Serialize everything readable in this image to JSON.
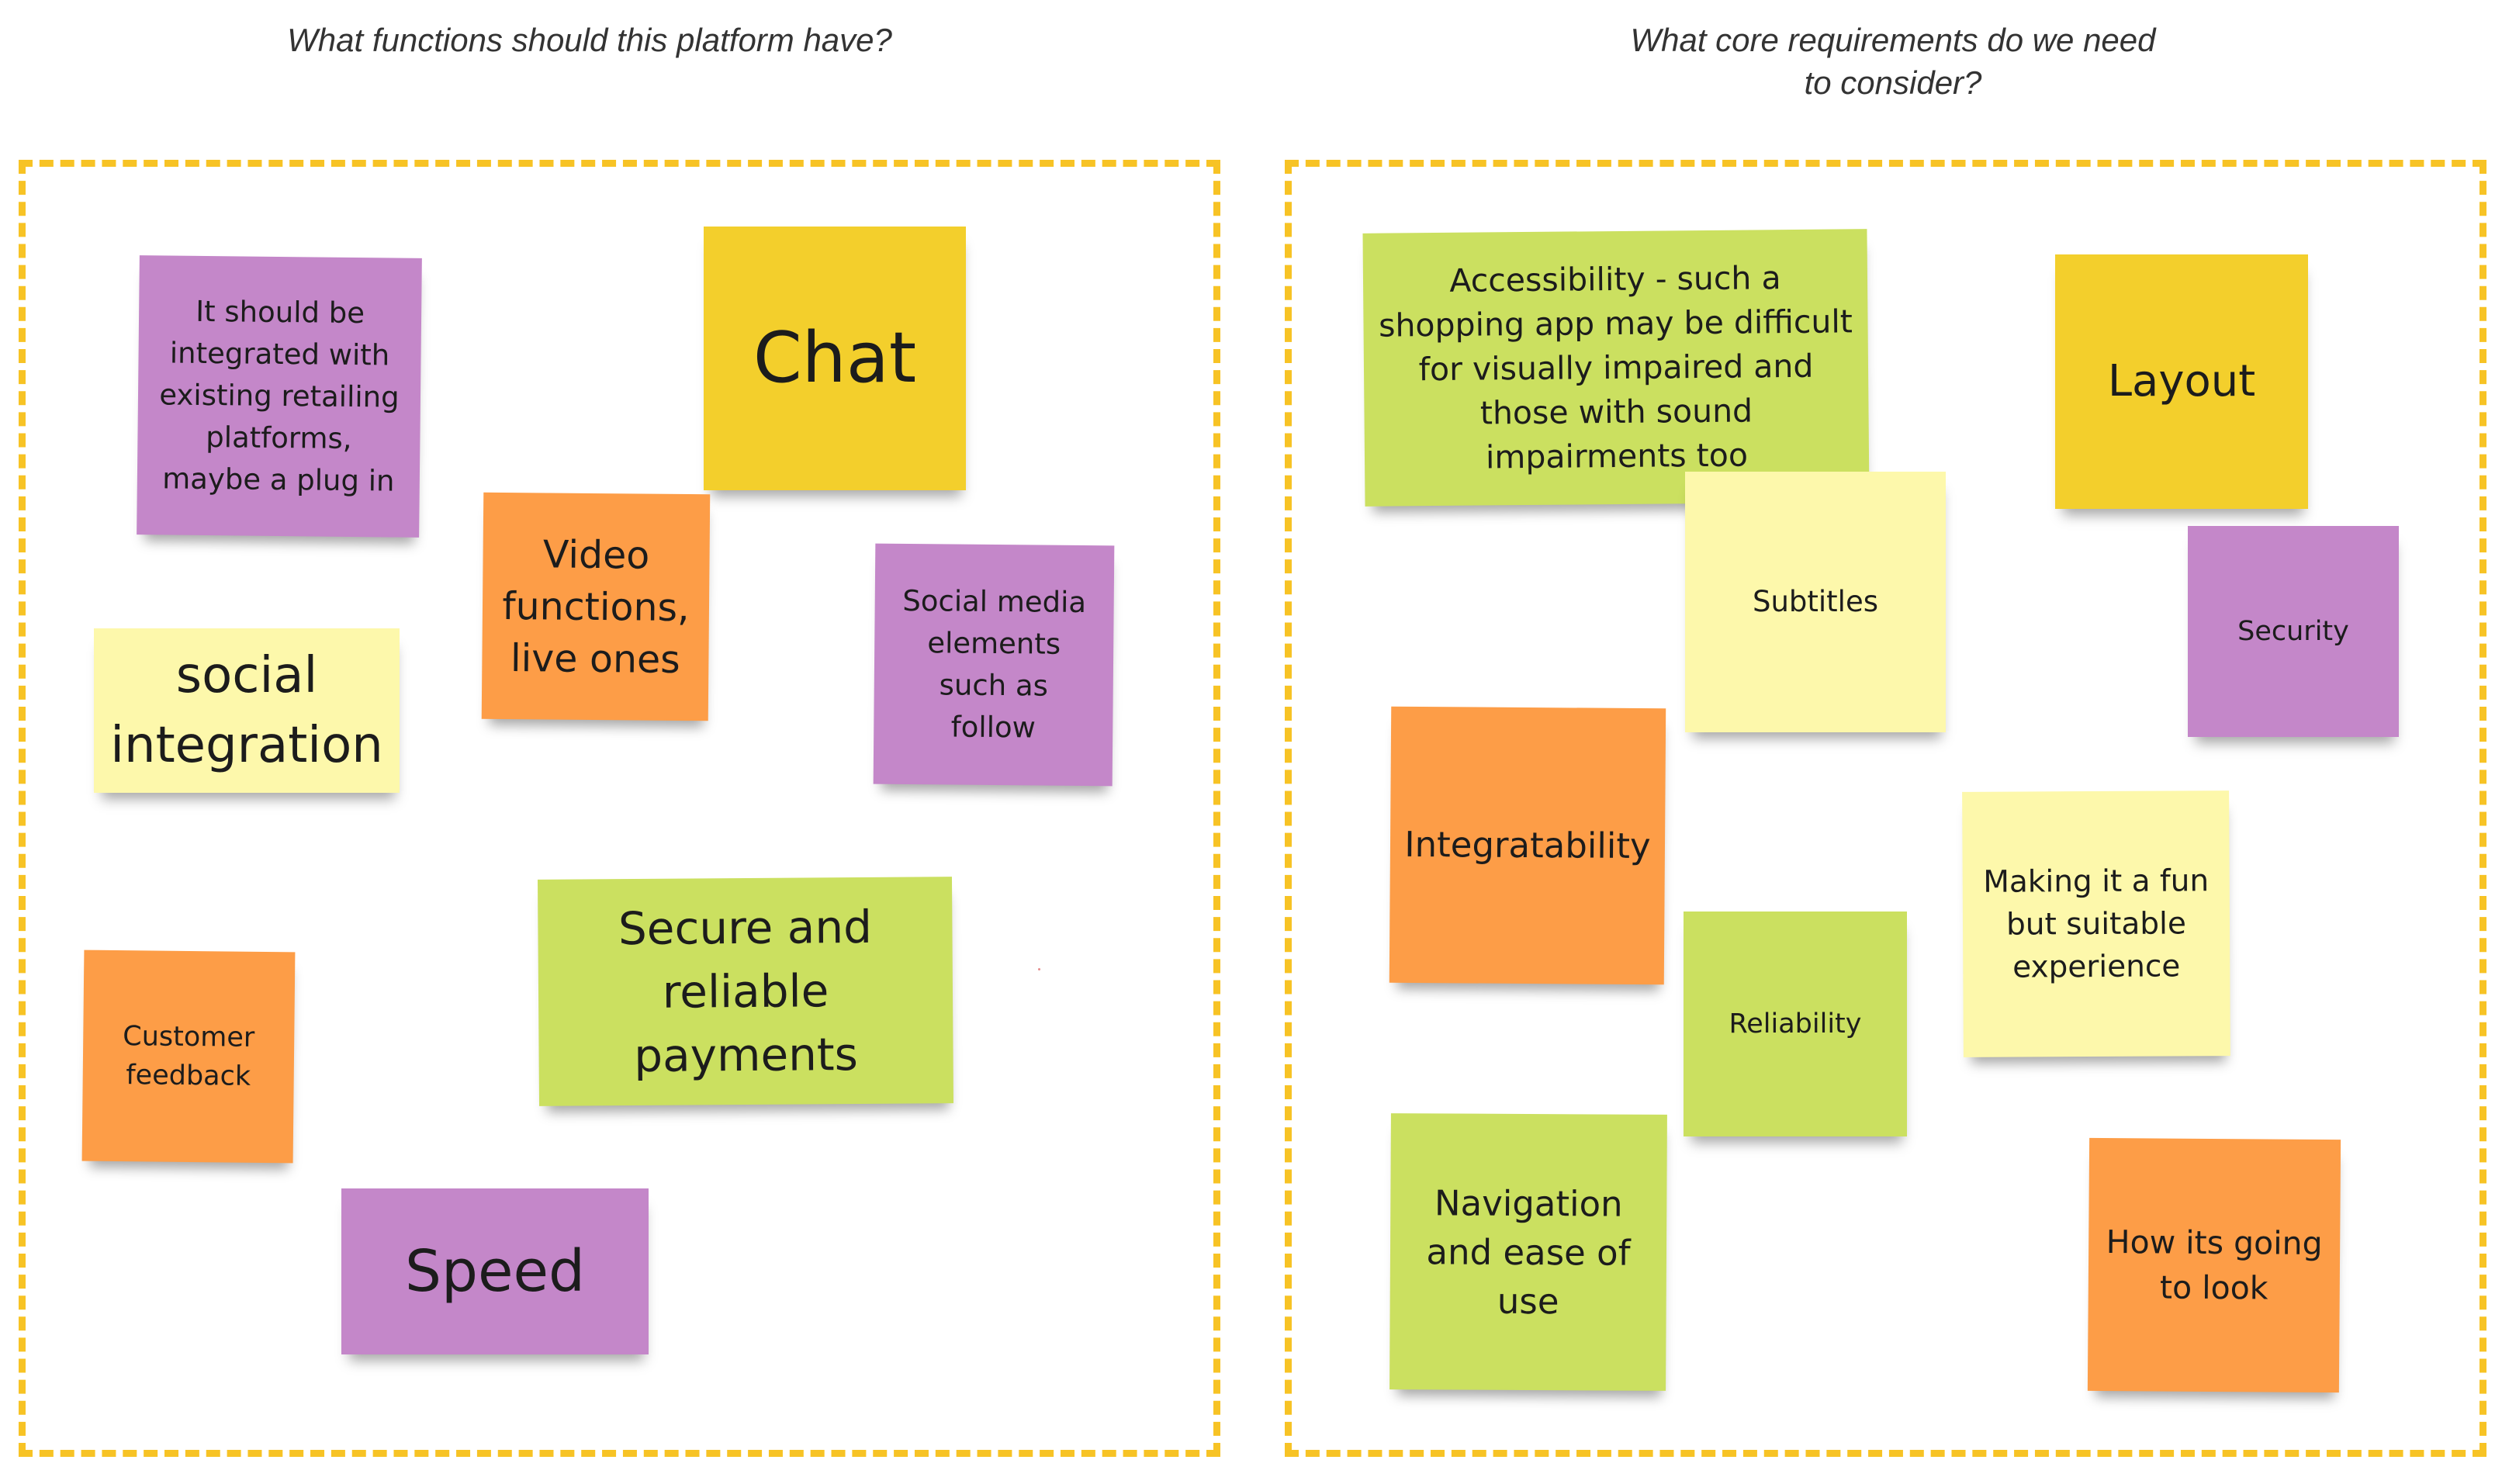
{
  "headings": {
    "left": "What functions should this platform have?",
    "right": "What core requirements do we need\nto consider?"
  },
  "colors": {
    "border": "#f7c325",
    "purple": "#c487c9",
    "yellow": "#f3cf2c",
    "orange": "#fd9d47",
    "green": "#cbe060",
    "pale_yellow": "#fdf8ab"
  },
  "left_notes": {
    "integrated": "It should be\nintegrated with\nexisting retailing\nplatforms,\nmaybe a plug in",
    "chat": "Chat",
    "video": "Video\nfunctions,\nlive ones",
    "social_media": "Social media\nelements\nsuch as\nfollow",
    "social_integration": "social\nintegration",
    "payments": "Secure and\nreliable\npayments",
    "customer_feedback": "Customer\nfeedback",
    "speed": "Speed"
  },
  "right_notes": {
    "accessibility": "Accessibility - such a\nshopping app may be difficult\nfor visually impaired and\nthose with sound\nimpairments too",
    "layout": "Layout",
    "subtitles": "Subtitles",
    "security": "Security",
    "integratability": "Integratability",
    "fun_experience": "Making it a fun\nbut suitable\nexperience",
    "reliability": "Reliability",
    "navigation": "Navigation\nand ease of\nuse",
    "look": "How its going\nto look"
  }
}
